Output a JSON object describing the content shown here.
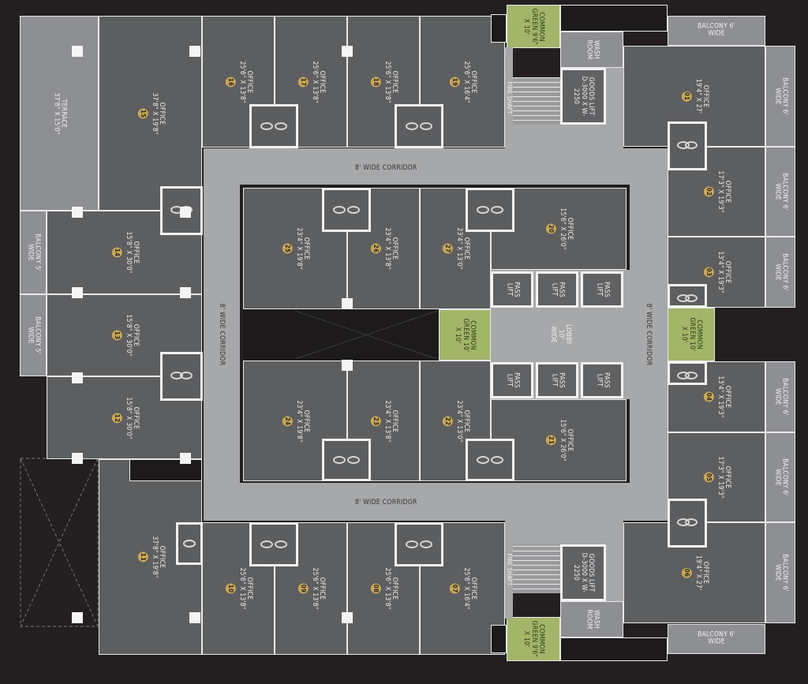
{
  "offices": [
    {
      "id": "01",
      "name": "OFFICE",
      "dim": "19'4\" X 27'"
    },
    {
      "id": "02",
      "name": "OFFICE",
      "dim": "17'3\" X 19'3\""
    },
    {
      "id": "03",
      "name": "OFFICE",
      "dim": "13'4\" X 19'3\""
    },
    {
      "id": "04",
      "name": "OFFICE",
      "dim": "13'4\" X 19'3\""
    },
    {
      "id": "05",
      "name": "OFFICE",
      "dim": "17'3\" X 19'3\""
    },
    {
      "id": "06",
      "name": "OFFICE",
      "dim": "19'4\" X 27'"
    },
    {
      "id": "07",
      "name": "OFFICE",
      "dim": "25'6\" X 16'4\""
    },
    {
      "id": "08",
      "name": "OFFICE",
      "dim": "25'6\" X 13'8\""
    },
    {
      "id": "09",
      "name": "OFFICE",
      "dim": "25'6\" X 13'8\""
    },
    {
      "id": "10",
      "name": "OFFICE",
      "dim": "25'6\" X 13'8\""
    },
    {
      "id": "11",
      "name": "OFFICE",
      "dim": "37'8\" X 19'8\""
    },
    {
      "id": "12",
      "name": "OFFICE",
      "dim": "15'8\" X 30'0\""
    },
    {
      "id": "13",
      "name": "OFFICE",
      "dim": "15'8\" X 30'0\""
    },
    {
      "id": "14",
      "name": "OFFICE",
      "dim": "15'8\" X 30'0\""
    },
    {
      "id": "15",
      "name": "OFFICE",
      "dim": "37'8\" X 19'8\""
    },
    {
      "id": "16",
      "name": "OFFICE",
      "dim": "25'6\" X 13'8\""
    },
    {
      "id": "17",
      "name": "OFFICE",
      "dim": "25'6\" X 13'8\""
    },
    {
      "id": "18",
      "name": "OFFICE",
      "dim": "25'6\" X 13'8\""
    },
    {
      "id": "19",
      "name": "OFFICE",
      "dim": "25'6\" X 16'4\""
    },
    {
      "id": "20",
      "name": "OFFICE",
      "dim": "15'6\" X 26'0\""
    },
    {
      "id": "21",
      "name": "OFFICE",
      "dim": "15'6\" X 26'0\""
    },
    {
      "id": "22",
      "name": "OFFICE",
      "dim": "23'4\" X 13'0\""
    },
    {
      "id": "23",
      "name": "OFFICE",
      "dim": "23'4\" X 13'8\""
    },
    {
      "id": "24",
      "name": "OFFICE",
      "dim": "23'4\" X 19'8\""
    },
    {
      "id": "25",
      "name": "OFFICE",
      "dim": "23'4\" X 19'8\""
    },
    {
      "id": "26",
      "name": "OFFICE",
      "dim": "23'4\" X 13'8\""
    },
    {
      "id": "27",
      "name": "OFFICE",
      "dim": "23'4\" X 13'0\""
    }
  ],
  "corridors": {
    "top": "8' WIDE CORRIDOR",
    "bottom": "8' WIDE CORRIDOR",
    "left": "8' WIDE CORRIDOR",
    "right": "8' WIDE CORRIDOR"
  },
  "terrace": {
    "name": "TERRACE",
    "dim": "37'8\" X 15'0\""
  },
  "balcony_5": "BALCONY 5' WIDE",
  "balcony_6": "BALCONY 6' WIDE",
  "common_green_small": "COMMON GREEN 9'6\" X 10'",
  "common_green_square": "COMMON GREEN 10' X 10'",
  "lobby": "LOBBY 10' WIDE",
  "pass_lift": "PASS LIFT",
  "goods_lift": "GOODS LIFT D-3000 X W-2250",
  "wash_room": "WASH ROOM",
  "fire_shaft": "FIRE SHAFT",
  "colors": {
    "background": "#231f20",
    "office": "#5d5e60",
    "corridor": "#a7a8aa",
    "green": "#a3b569",
    "badge": "#caa756"
  }
}
